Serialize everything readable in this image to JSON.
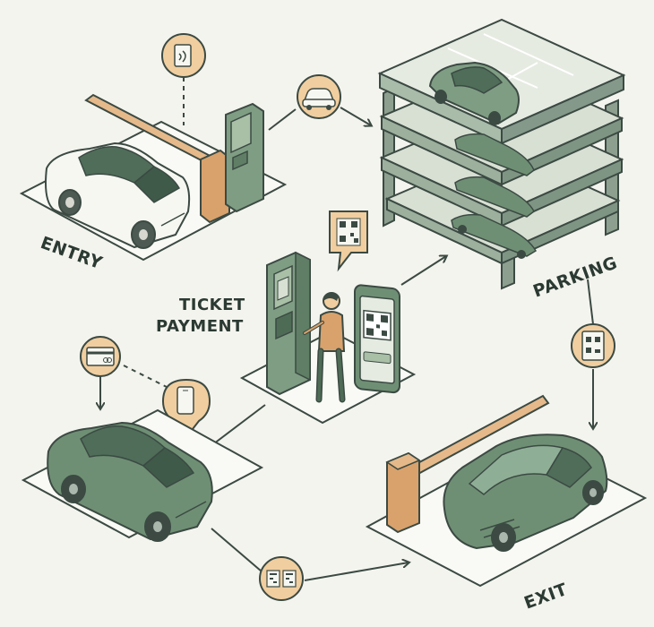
{
  "labels": {
    "entry": "ENTRY",
    "parking": "PARKING",
    "ticket_line1": "TICKET",
    "ticket_line2": "PAYMENT",
    "exit": "EXIT"
  },
  "colors": {
    "background": "#f4f4ee",
    "outline": "#3b4a43",
    "green": "#6f8f74",
    "green_dark": "#4e6b56",
    "green_light": "#a9bfa6",
    "orange": "#d9a26c",
    "orange_light": "#f1ce9f",
    "white_car": "#f7f7f2"
  },
  "icons": [
    "nfc-card-icon",
    "car-icon",
    "qr-code-icon",
    "credit-card-icon",
    "phone-icon",
    "ticket-icon",
    "qr-pair-icon"
  ]
}
